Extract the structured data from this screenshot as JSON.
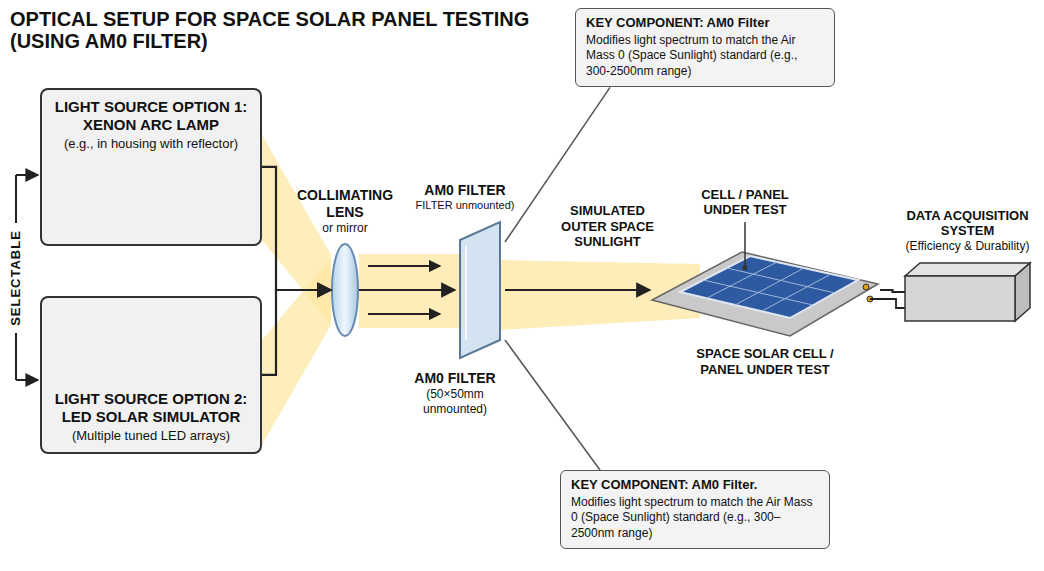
{
  "diagram": {
    "title": "OPTICAL SETUP FOR SPACE SOLAR PANEL TESTING (USING AM0 FILTER)",
    "nodes": [
      {
        "text": [
          "LIGHT SOURCE OPTION 1: XENON ARC LAMP",
          "(e.g., in housing with reflector)"
        ]
      },
      {
        "text": [
          "LIGHT SOURCE OPTION 2: LED SOLAR SIMULATOR",
          "(Multiple tuned LED arrays)"
        ]
      },
      {
        "text": [
          "COLLIMATING LENS",
          "or mirror"
        ]
      },
      {
        "text": [
          "AM0 FILTER",
          "FILTER unmounted)",
          "AM0 FILTER",
          "(50×50mm unmounted)"
        ]
      },
      {
        "text": [
          "KEY COMPONENT: AM0 Filter",
          "Modifies light spectrum to match the Air Mass 0 (Space Sunlight) standard (e.g., 300-2500nm range)"
        ]
      },
      {
        "text": [
          "KEY COMPONENT: AM0 Filter.",
          "Modifies light spectrum to match the Air Mass 0 (Space Sunlight) standard (e.g., 300–2500nm range)"
        ]
      },
      {
        "text": [
          "CELL / PANEL UNDER TEST",
          "SPACE SOLAR CELL / PANEL UNDER TEST"
        ]
      },
      {
        "text": [
          "DATA ACQUISITION SYSTEM",
          "(Efficiency & Durability)"
        ]
      }
    ],
    "edges": [
      {
        "from": 0,
        "to": 2,
        "arrow": "to"
      },
      {
        "from": 1,
        "to": 2,
        "arrow": "to"
      },
      {
        "from": 2,
        "to": 3,
        "arrow": "to"
      },
      {
        "from": 3,
        "to": 6,
        "arrow": "to"
      },
      {
        "from": 4,
        "to": 3,
        "arrow": "none"
      },
      {
        "from": 5,
        "to": 3,
        "arrow": "none"
      },
      {
        "from": 6,
        "to": 7,
        "arrow": "none"
      }
    ],
    "labels": [
      "SELECTABLE",
      "SIMULATED OUTER SPACE SUNLIGHT"
    ]
  }
}
